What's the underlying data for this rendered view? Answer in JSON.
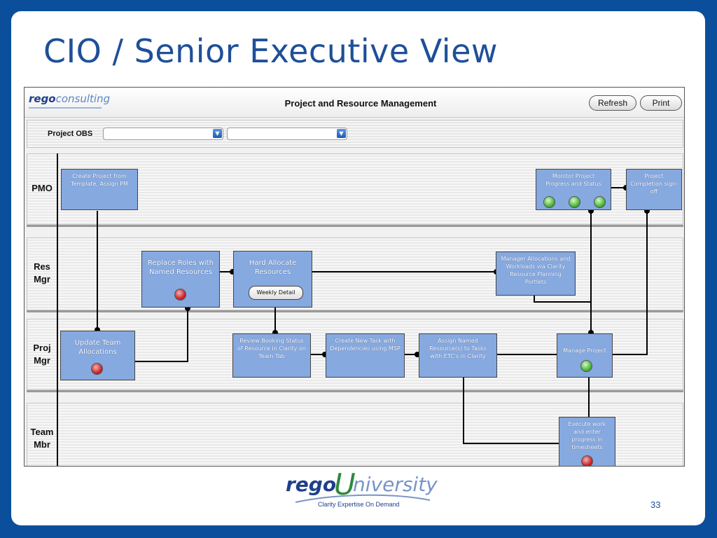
{
  "slide": {
    "title": "CIO / Senior Executive View",
    "page_number": "33"
  },
  "app": {
    "logo": {
      "bold": "rego",
      "rest": "consulting"
    },
    "title": "Project and Resource Management",
    "buttons": {
      "refresh": "Refresh",
      "print": "Print"
    },
    "filter": {
      "label": "Project OBS",
      "select1_value": "",
      "select2_value": ""
    }
  },
  "lanes": {
    "pmo": "PMO",
    "res_mgr_1": "Res",
    "res_mgr_2": "Mgr",
    "proj_mgr_1": "Proj",
    "proj_mgr_2": "Mgr",
    "team_mbr_1": "Team",
    "team_mbr_2": "Mbr"
  },
  "steps": {
    "create_project": "Create Project from Template, Assign PM",
    "monitor_project": "Monitor Project Progress and Status",
    "project_completion": "Project Completion sign-off",
    "replace_roles": "Replace Roles with Named Resources",
    "hard_allocate": "Hard Allocate Resources",
    "weekly_detail": "Weekly Detail",
    "manager_allocations": "Manager Allocations and Workloads via Clarity Resource Planning Portlets",
    "update_team": "Update Team Allocations",
    "review_booking": "Review Booking Status of Resource in Clarity on Team Tab",
    "create_task": "Create New Task with Dependencies using MSP",
    "assign_named": "Assign Named Resource(s) to Tasks with ETC's in Clarity",
    "manage_project": "Manage Project",
    "execute_work": "Execute work and enter progress in timesheets"
  },
  "status_indicators": {
    "monitor_project": [
      "green",
      "green",
      "green"
    ],
    "replace_roles": "red",
    "update_team": "red",
    "manage_project": "green",
    "execute_work": "red"
  },
  "footer": {
    "logo_rego": "rego",
    "logo_u": "U",
    "logo_rest": "niversity",
    "tagline": "Clarity Expertise On Demand"
  }
}
